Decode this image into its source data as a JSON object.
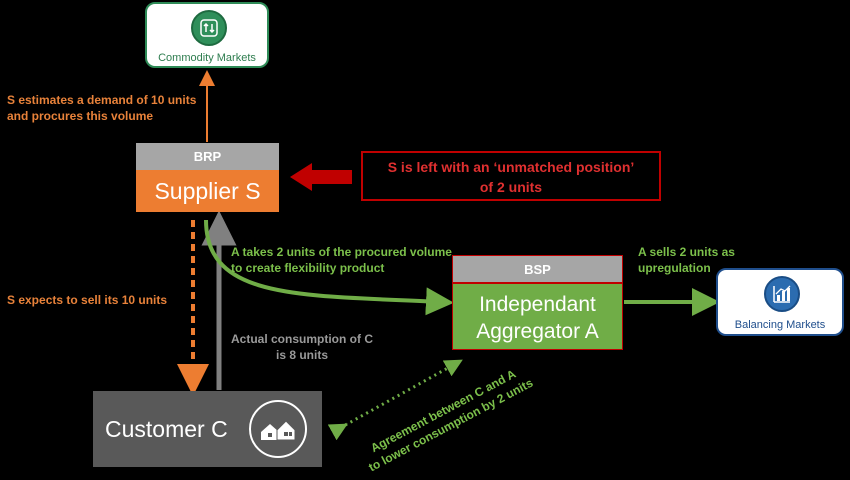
{
  "nodes": {
    "commodity_markets": "Commodity Markets",
    "balancing_markets": "Balancing Markets",
    "brp_label": "BRP",
    "supplier": "Supplier S",
    "bsp_label": "BSP",
    "aggregator_line1": "Independant",
    "aggregator_line2": "Aggregator A",
    "customer": "Customer C"
  },
  "annotations": {
    "estimates_line1": "S estimates a demand of 10 units",
    "estimates_line2": "and procures this volume",
    "unmatched_line1": "S is left with an ‘unmatched position’",
    "unmatched_line2": "of 2 units",
    "takes_line1": "A takes 2 units of the procured volume",
    "takes_line2": "to create flexibility product",
    "sells_line1": "A sells 2 units as",
    "sells_line2": "upregulation",
    "expects": "S expects to sell its 10 units",
    "actual_line1": "Actual consumption of C",
    "actual_line2": "is 8 units",
    "agreement_line1": "Agreement between C and A",
    "agreement_line2": "to lower consumption by 2 units"
  },
  "colors": {
    "orange": "#ed7d31",
    "green": "#70ad47",
    "red": "#c00000",
    "gray": "#a6a6a6",
    "dark_gray": "#595959",
    "blue": "#1f4e8c"
  },
  "icons": {
    "commodity": "exchange-arrows-icon",
    "balancing": "bar-chart-icon",
    "customer": "houses-icon"
  }
}
